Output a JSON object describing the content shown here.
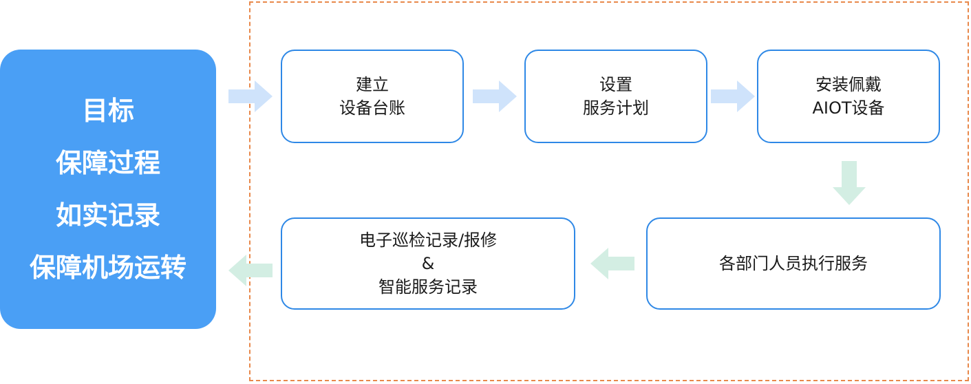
{
  "goal": {
    "lines": [
      "目标",
      "保障过程",
      "如实记录",
      "保障机场运转"
    ]
  },
  "steps": {
    "ledger": {
      "lines": [
        "建立",
        "设备台账"
      ]
    },
    "plan": {
      "lines": [
        "设置",
        "服务计划"
      ]
    },
    "install": {
      "lines": [
        "安装佩戴",
        "AIOT设备"
      ]
    },
    "execute": {
      "lines": [
        "各部门人员执行服务"
      ]
    },
    "record": {
      "lines": [
        "电子巡检记录/报修",
        "&",
        "智能服务记录"
      ]
    }
  },
  "colors": {
    "goal_bg": "#4a9ff5",
    "box_border": "#2e88e6",
    "frame_border": "#e8884a",
    "arrow_blue": "#cfe3fb",
    "arrow_green": "#d3eee3"
  }
}
